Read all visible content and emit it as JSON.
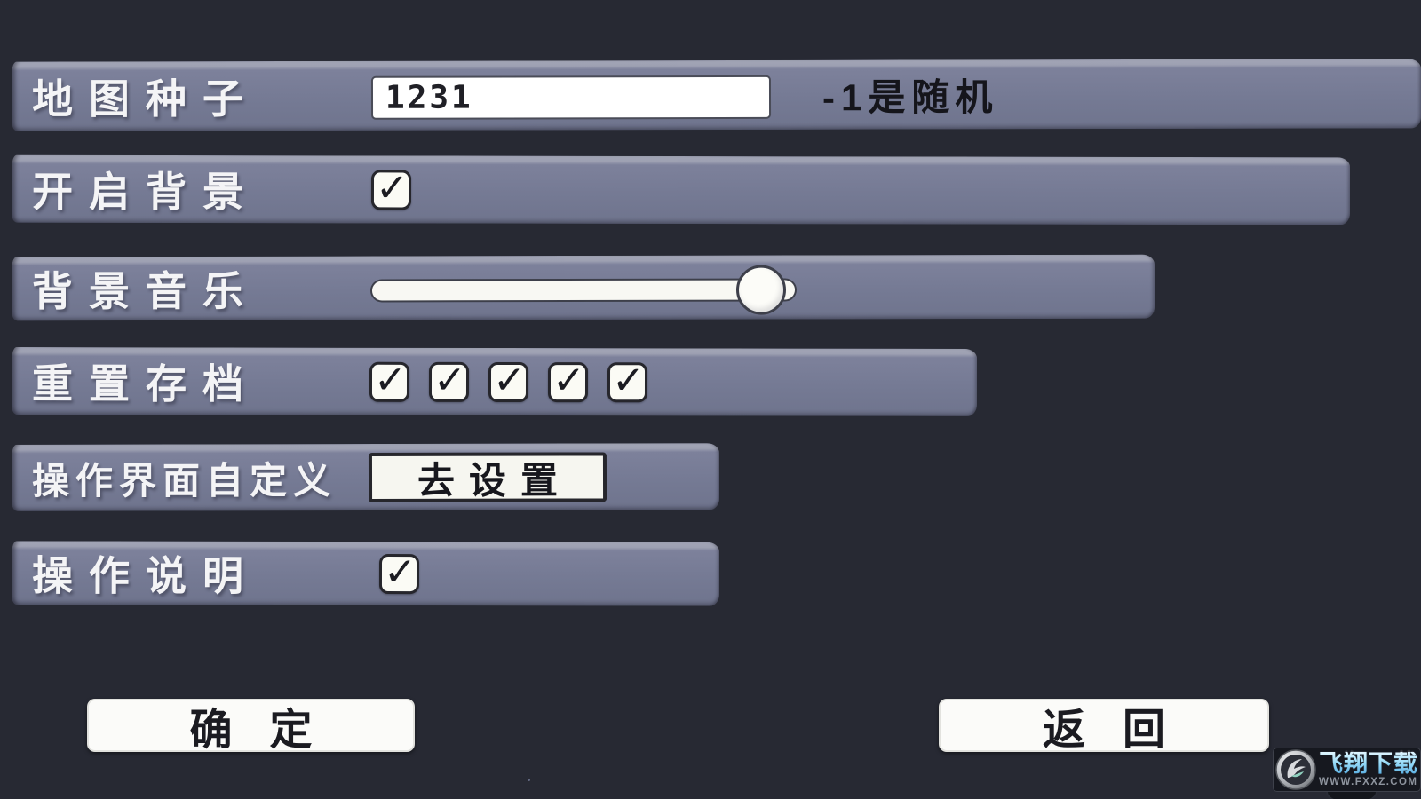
{
  "page": {
    "background_color": "#272933",
    "bar_color": "#757a94"
  },
  "rows": [
    {
      "label": "地图种子",
      "input_value": "1231",
      "hint": "-1是随机"
    },
    {
      "label": "开启背景",
      "checked": true
    },
    {
      "label": "背景音乐",
      "value_percent": 97
    },
    {
      "label": "重置存档",
      "checkboxes": [
        true,
        true,
        true,
        true,
        true
      ]
    },
    {
      "label": "操作界面自定义",
      "button_label": "去设置"
    },
    {
      "label": "操作说明",
      "checked": true
    }
  ],
  "footer": {
    "confirm_label": "确定",
    "back_label": "返回"
  },
  "icons": {
    "check_glyph": "✓"
  },
  "watermark": {
    "site_name": "飞翔下载",
    "site_url": "WWW.FXXZ.COM"
  }
}
